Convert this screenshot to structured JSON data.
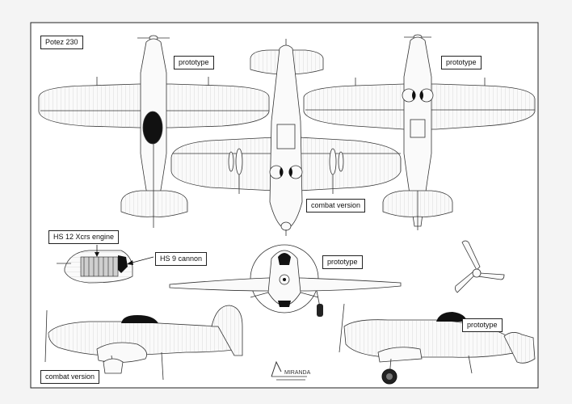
{
  "sheet": {
    "title": "Potez 230",
    "signature": "MIRANDA"
  },
  "labels": {
    "top_left_view": "prototype",
    "top_right_view": "prototype",
    "bottom_plan_view": "combat version",
    "engine": "HS 12 Xcrs engine",
    "cannon": "HS 9 cannon",
    "front_view": "prototype",
    "side_right_view": "prototype",
    "side_left_view": "combat version"
  },
  "colors": {
    "line": "#333333",
    "paper": "#f4f4f4",
    "frame": "#ffffff"
  }
}
